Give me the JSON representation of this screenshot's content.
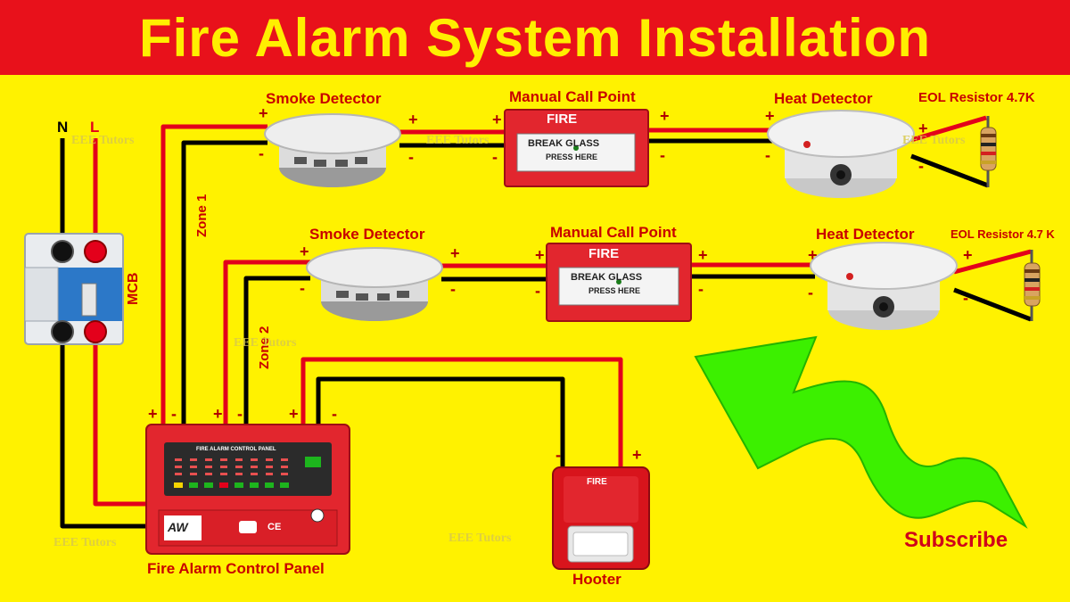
{
  "title": "Fire Alarm System Installation",
  "supply": {
    "neutral": "N",
    "live": "L",
    "mcb_label": "MCB"
  },
  "zones": [
    {
      "label": "Zone 1",
      "smoke": "Smoke Detector",
      "mcp": "Manual Call Point",
      "heat": "Heat Detector",
      "eol": "EOL Resistor 4.7K"
    },
    {
      "label": "Zone 2",
      "smoke": "Smoke Detector",
      "mcp": "Manual Call Point",
      "heat": "Heat Detector",
      "eol": "EOL Resistor 4.7 K"
    }
  ],
  "mcp_face": {
    "header": "FIRE",
    "line1": "BREAK GLASS",
    "line2": "PRESS HERE"
  },
  "panel": {
    "label": "Fire Alarm Control Panel",
    "header": "FIRE ALARM CONTROL PANEL",
    "brand": "AW",
    "ce": "CE"
  },
  "hooter": {
    "label": "Hooter",
    "header": "FIRE"
  },
  "polarity": {
    "plus": "+",
    "minus": "-"
  },
  "watermark": "EEE Tutors",
  "subscribe": "Subscribe",
  "colors": {
    "background": "#fff200",
    "title_bar": "#e8111b",
    "title_text": "#ffef00",
    "live_wire": "#e3001b",
    "neutral_wire": "#000000",
    "arrow": "#33ee00"
  }
}
